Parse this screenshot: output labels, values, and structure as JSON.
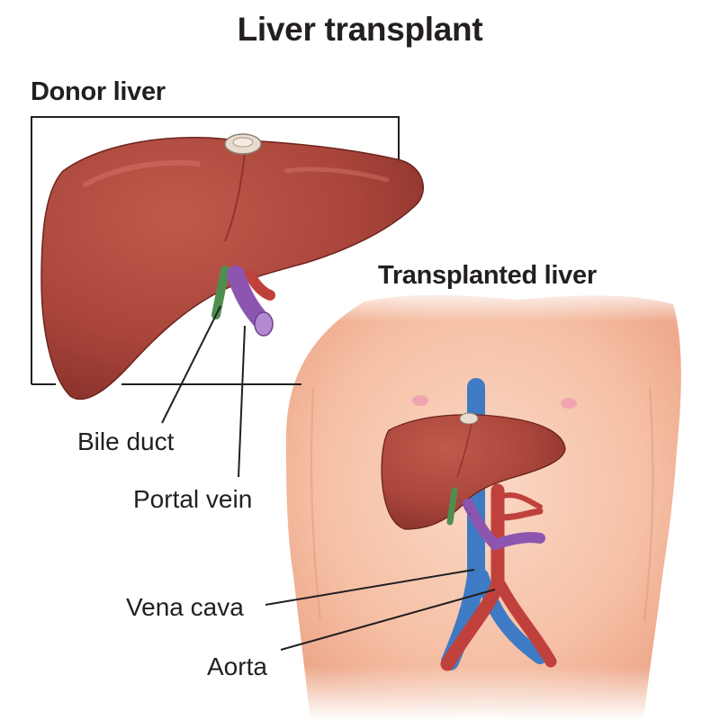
{
  "title": "Liver transplant",
  "donor": {
    "heading": "Donor liver"
  },
  "recipient": {
    "heading": "Transplanted liver"
  },
  "labels": {
    "bile_duct": "Bile duct",
    "portal_vein": "Portal vein",
    "vena_cava": "Vena cava",
    "aorta": "Aorta"
  },
  "colors": {
    "liver": "#a9453a",
    "liver_shadow": "#7d2a24",
    "skin": "#f6c2a8",
    "vena_cava": "#3f7bc4",
    "aorta": "#c0413c",
    "portal_vein": "#8c55b0",
    "bile_duct": "#4f8e4f"
  }
}
